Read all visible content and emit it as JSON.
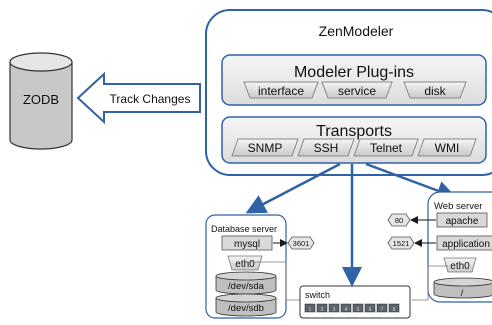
{
  "zodb": {
    "label": "ZODB"
  },
  "track_changes": {
    "label": "Track Changes"
  },
  "zenmodeler": {
    "title": "ZenModeler",
    "plugins": {
      "title": "Modeler Plug-ins",
      "items": [
        "interface",
        "service",
        "disk"
      ]
    },
    "transports": {
      "title": "Transports",
      "items": [
        "SNMP",
        "SSH",
        "Telnet",
        "WMI"
      ]
    }
  },
  "database_server": {
    "title": "Database server",
    "service": "mysql",
    "port": "3601",
    "nic": "eth0",
    "disks": [
      "/dev/sda",
      "/dev/sdb"
    ]
  },
  "web_server": {
    "title": "Web server",
    "services": [
      {
        "name": "apache",
        "port": "80"
      },
      {
        "name": "application",
        "port": "1521"
      }
    ],
    "nic": "eth0",
    "disk": "/"
  },
  "switch": {
    "label": "switch",
    "port_labels": [
      "1",
      "2",
      "3",
      "4",
      "5",
      "6",
      "7",
      "8"
    ]
  },
  "colors": {
    "accent_blue": "#2f62a7",
    "panel_fill": "#eef1f8",
    "box_gray": "#d9d9d9",
    "cylinder_gray": "#bfbfbf"
  }
}
